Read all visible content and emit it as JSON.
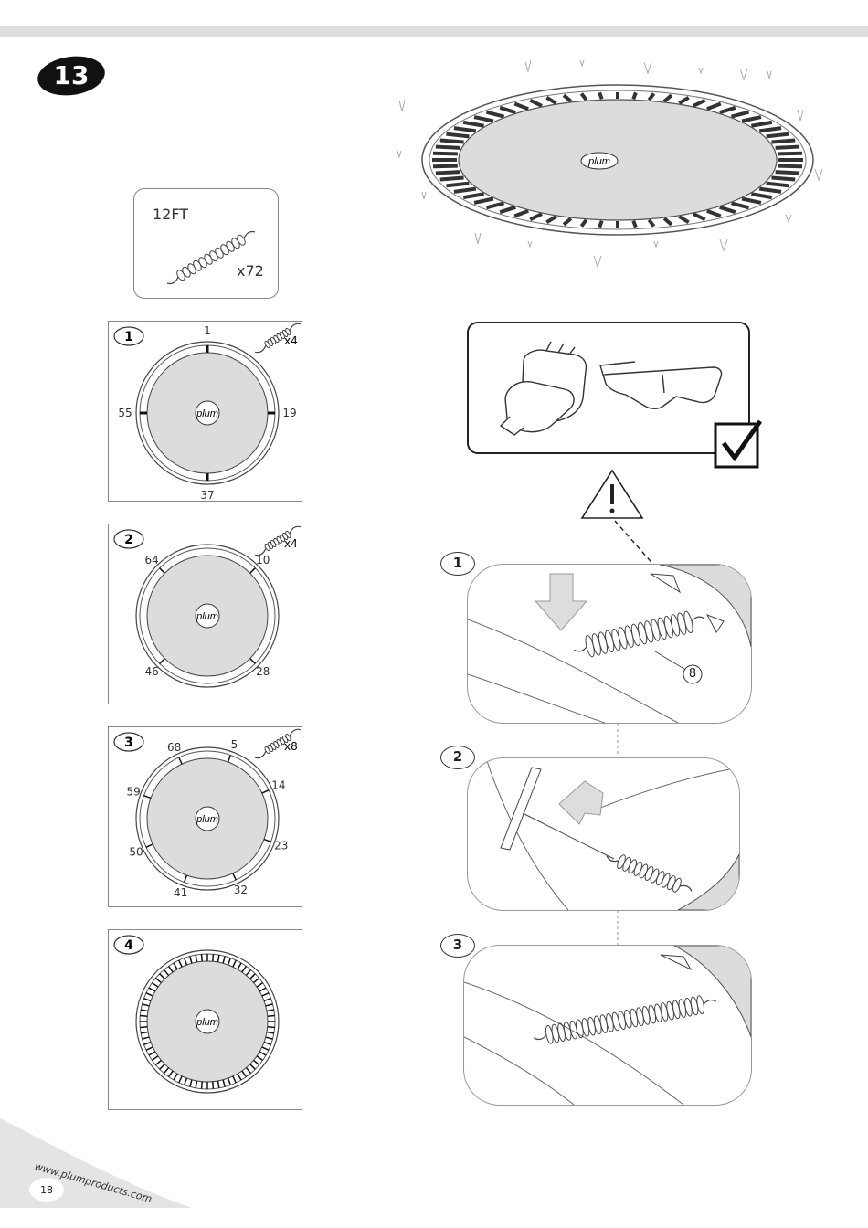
{
  "step_number": "13",
  "kit": {
    "size": "12FT",
    "quantity": "x72"
  },
  "brand_logo": "plum",
  "diagrams": [
    {
      "panel": "1",
      "spring_count": "x4",
      "labels": [
        "1",
        "19",
        "37",
        "55"
      ]
    },
    {
      "panel": "2",
      "spring_count": "x4",
      "labels": [
        "10",
        "28",
        "46",
        "64"
      ]
    },
    {
      "panel": "3",
      "spring_count": "x8",
      "labels": [
        "5",
        "14",
        "23",
        "32",
        "41",
        "50",
        "59",
        "68"
      ]
    },
    {
      "panel": "4",
      "spring_count": "",
      "labels": []
    }
  ],
  "safety": {
    "gloves_icon": "gloves-icon",
    "goggles_icon": "safety-goggles-icon",
    "check_icon": "checkmark-icon",
    "warning_icon": "warning-triangle-icon"
  },
  "install_steps": [
    {
      "panel": "1",
      "callout": "8"
    },
    {
      "panel": "2"
    },
    {
      "panel": "3"
    }
  ],
  "footer": {
    "url": "www.plumproducts.com",
    "page": "18"
  },
  "colors": {
    "mat": "#dcdcdc",
    "band": "#dedede",
    "badge": "#111111"
  }
}
